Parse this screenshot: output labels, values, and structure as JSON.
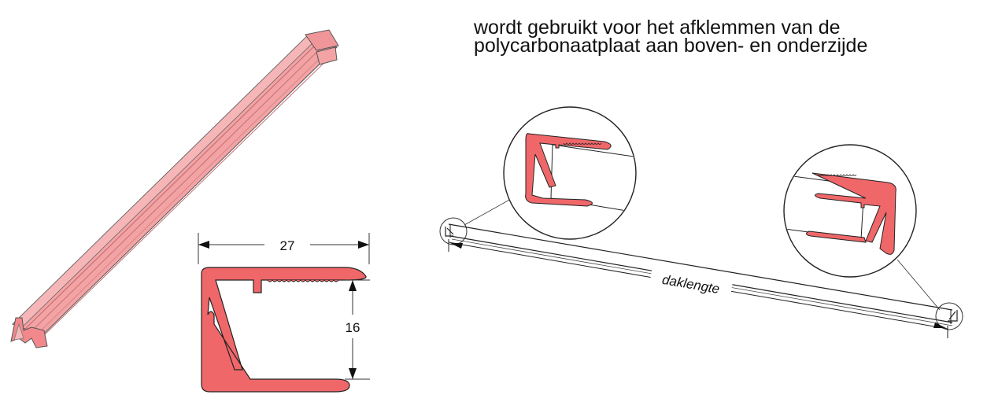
{
  "description": {
    "line1": "wordt gebruikt voor het afklemmen van de",
    "line2": "polycarbonaatplaat aan boven- en onderzijde"
  },
  "dimensions": {
    "width": "27",
    "height": "16"
  },
  "length_label": "daklengte",
  "colors": {
    "profile": "#f0676a",
    "profile_light": "#f4a3a5",
    "outline": "#333333",
    "text": "#111111"
  }
}
